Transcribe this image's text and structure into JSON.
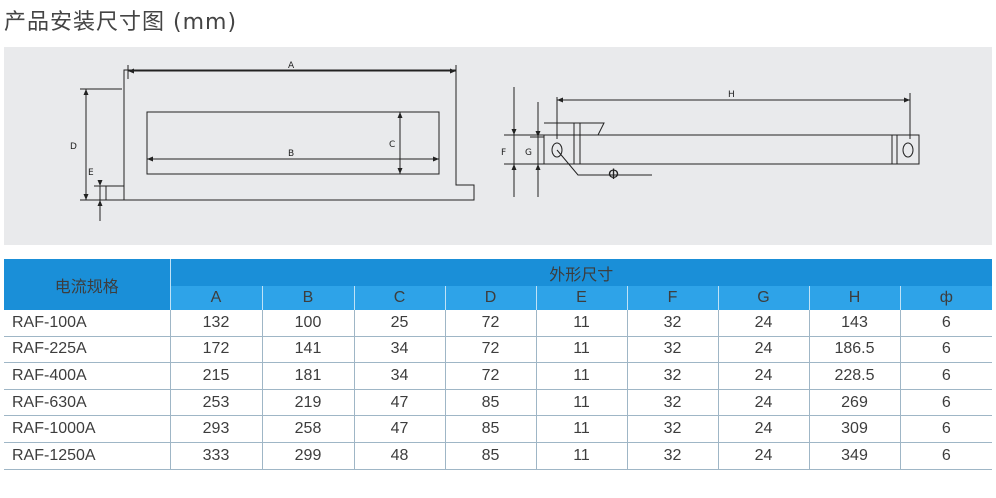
{
  "title": "产品安装尺寸图 (mm)",
  "drawing": {
    "front_labels": {
      "A": "A",
      "B": "B",
      "C": "C",
      "D": "D",
      "E": "E"
    },
    "side_labels": {
      "H": "H",
      "F": "F",
      "G": "G",
      "phi": "Φ"
    }
  },
  "table": {
    "row_header": "电流规格",
    "group_header": "外形尺寸",
    "columns": [
      "A",
      "B",
      "C",
      "D",
      "E",
      "F",
      "G",
      "H",
      "ф"
    ],
    "rows": [
      {
        "model": "RAF-100A",
        "values": [
          "132",
          "100",
          "25",
          "72",
          "11",
          "32",
          "24",
          "143",
          "6"
        ]
      },
      {
        "model": "RAF-225A",
        "values": [
          "172",
          "141",
          "34",
          "72",
          "11",
          "32",
          "24",
          "186.5",
          "6"
        ]
      },
      {
        "model": "RAF-400A",
        "values": [
          "215",
          "181",
          "34",
          "72",
          "11",
          "32",
          "24",
          "228.5",
          "6"
        ]
      },
      {
        "model": "RAF-630A",
        "values": [
          "253",
          "219",
          "47",
          "85",
          "11",
          "32",
          "24",
          "269",
          "6"
        ]
      },
      {
        "model": "RAF-1000A",
        "values": [
          "293",
          "258",
          "47",
          "85",
          "11",
          "32",
          "24",
          "309",
          "6"
        ]
      },
      {
        "model": "RAF-1250A",
        "values": [
          "333",
          "299",
          "48",
          "85",
          "11",
          "32",
          "24",
          "349",
          "6"
        ]
      }
    ]
  }
}
